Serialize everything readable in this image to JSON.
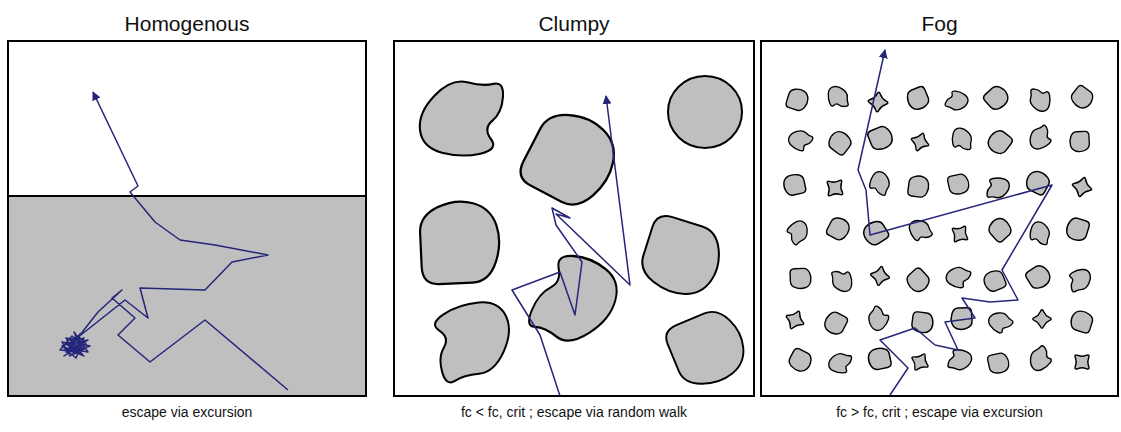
{
  "diagram": {
    "nodes": [
      {
        "text": [
          "Homogenous",
          "escape via excursion"
        ]
      },
      {
        "text": [
          "Clumpy",
          "fc < fc, crit ; escape via random walk"
        ]
      },
      {
        "text": [
          "Fog",
          "fc > fc, crit ; escape via excursion"
        ]
      }
    ]
  }
}
